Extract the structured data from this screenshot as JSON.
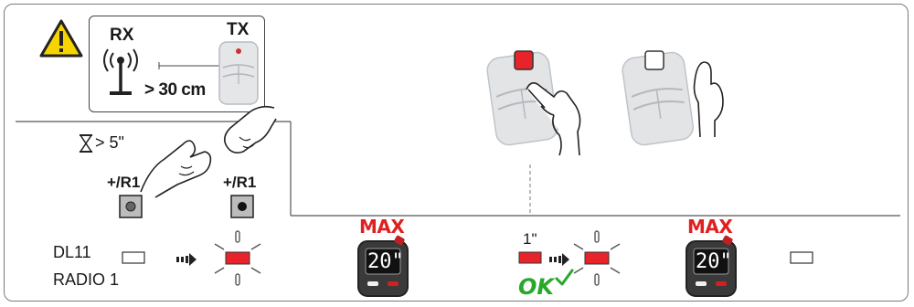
{
  "labels": {
    "rx": "RX",
    "tx": "TX",
    "distance": "> 30 cm",
    "hold_time": "> 5\"",
    "button_r1_left": "+/R1",
    "button_r1_right": "+/R1",
    "dl11": "DL11",
    "radio1": "RADIO 1",
    "max_1": "MAX",
    "max_2": "MAX",
    "one_second": "1\"",
    "ok": "OK",
    "display_1": "20\"",
    "display_2": "20\""
  },
  "colors": {
    "led_red": "#e8232a",
    "warning_yellow": "#f5d400",
    "ok_green": "#27a82a",
    "max_red": "#e02020"
  },
  "icons": [
    "warning-icon",
    "antenna-icon",
    "remote-tx-icon",
    "hourglass-icon",
    "hand-press-icon",
    "hand-point-icon",
    "led-off-icon",
    "led-blink-icon",
    "arrow-right-icon",
    "timer-display-icon",
    "checkmark-icon"
  ]
}
